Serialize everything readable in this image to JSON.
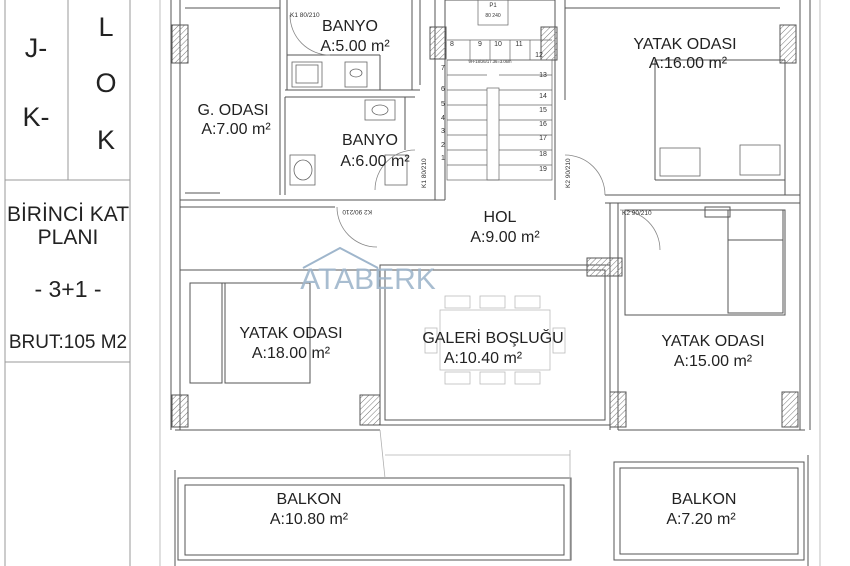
{
  "legend": {
    "block_letters_left": [
      "J-",
      "K-"
    ],
    "block_letters_right": [
      "L",
      "O",
      "K"
    ],
    "plan_title_line1": "BİRİNCİ KAT",
    "plan_title_line2": "PLANI",
    "unit_type": "- 3+1 -",
    "gross_area": "BRUT:105 M2"
  },
  "watermark": {
    "text": "ATABERK",
    "color": "#9fb6cc"
  },
  "rooms": {
    "banyo_top": {
      "name": "BANYO",
      "area": "A:5.00 m²"
    },
    "yatak_ne": {
      "name": "YATAK ODASI",
      "area": "A:16.00 m²"
    },
    "g_odasi": {
      "name": "G. ODASI",
      "area": "A:7.00 m²"
    },
    "banyo_mid": {
      "name": "BANYO",
      "area": "A:6.00 m²"
    },
    "hol": {
      "name": "HOL",
      "area": "A:9.00 m²"
    },
    "yatak_w": {
      "name": "YATAK ODASI",
      "area": "A:18.00 m²"
    },
    "galeri": {
      "name": "GALERİ BOŞLUĞU",
      "area": "A:10.40 m²"
    },
    "yatak_e": {
      "name": "YATAK ODASI",
      "area": "A:15.00 m²"
    },
    "balkon_w": {
      "name": "BALKON",
      "area": "A:10.80 m²"
    },
    "balkon_e": {
      "name": "BALKON",
      "area": "A:7.20 m²"
    }
  },
  "doors": {
    "k1_top": "K1 80/210",
    "k1_side": "K1 80/210",
    "k2_left": "K2 90/210",
    "k2_right": "K2 90/210",
    "k2_side": "K2 90/210"
  },
  "stairs": {
    "label_p1": "P1",
    "label_dims": "80 240",
    "note": "9H-18/26/17.36=3.06m",
    "left_steps": [
      "7",
      "6",
      "5",
      "4",
      "3",
      "2",
      "1"
    ],
    "top_steps": [
      "8",
      "9",
      "10",
      "11"
    ],
    "corner_step": "12",
    "right_steps": [
      "13",
      "14",
      "15",
      "16",
      "17",
      "18",
      "19"
    ]
  },
  "colors": {
    "line": "#555555",
    "line_light": "#9a9a9a",
    "text": "#222222"
  }
}
